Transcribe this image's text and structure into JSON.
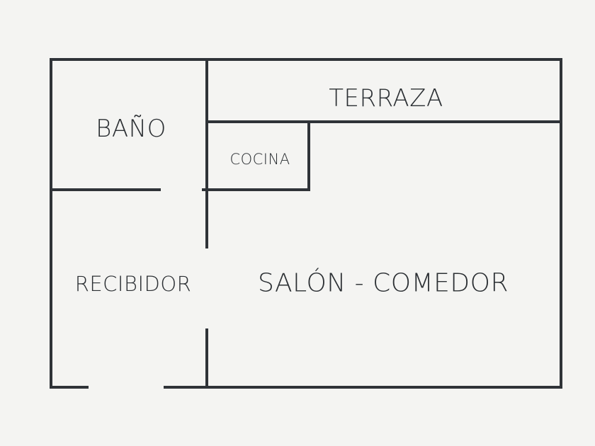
{
  "title": "Floor plan",
  "wall_color": "#2f3338",
  "rooms": {
    "terraza": "TERRAZA",
    "bano": "BAÑO",
    "cocina": "COCINA",
    "recibidor": "RECIBIDOR",
    "salon": "SALÓN - COMEDOR"
  }
}
